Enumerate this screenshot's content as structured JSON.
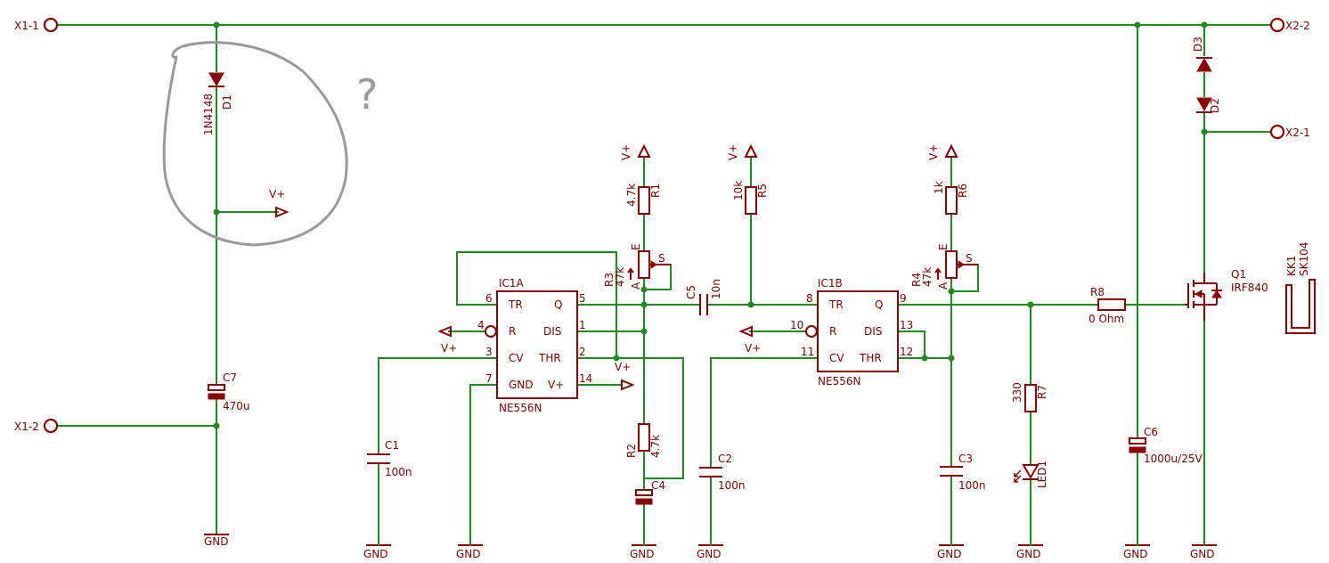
{
  "terminals": {
    "x1_1": "X1-1",
    "x1_2": "X1-2",
    "x2_1": "X2-1",
    "x2_2": "X2-2"
  },
  "ground_label": "GND",
  "supply_label": "V+",
  "d1": {
    "name": "D1",
    "value": "1N4148"
  },
  "d2": {
    "name": "D2"
  },
  "d3": {
    "name": "D3"
  },
  "c1": {
    "name": "C1",
    "value": "100n"
  },
  "c2": {
    "name": "C2",
    "value": "100n"
  },
  "c3": {
    "name": "C3",
    "value": "100n"
  },
  "c4": {
    "name": "C4"
  },
  "c5": {
    "name": "C5",
    "value": "10n"
  },
  "c6": {
    "name": "C6",
    "value": "1000u/25V"
  },
  "c7": {
    "name": "C7",
    "value": "470u"
  },
  "r1": {
    "name": "R1",
    "value": "4.7k"
  },
  "r2": {
    "name": "R2",
    "value": "4.7k"
  },
  "r3": {
    "name": "R3",
    "value": "47k"
  },
  "r4": {
    "name": "R4",
    "value": "47k"
  },
  "r5": {
    "name": "R5",
    "value": "10k"
  },
  "r6": {
    "name": "R6",
    "value": "1k"
  },
  "r7": {
    "name": "R7",
    "value": "330"
  },
  "r8": {
    "name": "R8",
    "value": "0 Ohm"
  },
  "led1": {
    "name": "LED1"
  },
  "q1": {
    "name": "Q1",
    "value": "IRF840"
  },
  "kk1": {
    "name": "KK1",
    "value": "SK104"
  },
  "ic1a": {
    "name": "IC1A",
    "part": "NE556N",
    "pins": {
      "tr": "TR",
      "q": "Q",
      "r": "R",
      "dis": "DIS",
      "cv": "CV",
      "thr": "THR",
      "gnd": "GND",
      "vcc": "V+"
    },
    "nums": {
      "tr": "6",
      "q": "5",
      "r": "4",
      "dis": "1",
      "cv": "3",
      "thr": "2",
      "gnd": "7",
      "vcc": "14"
    }
  },
  "ic1b": {
    "name": "IC1B",
    "part": "NE556N",
    "pins": {
      "tr": "TR",
      "q": "Q",
      "r": "R",
      "dis": "DIS",
      "cv": "CV",
      "thr": "THR"
    },
    "nums": {
      "tr": "8",
      "q": "9",
      "r": "10",
      "dis": "13",
      "cv": "11",
      "thr": "12"
    }
  },
  "pot": {
    "e": "E",
    "s": "S",
    "a": "A"
  },
  "annotation": {
    "question_mark": "?"
  }
}
